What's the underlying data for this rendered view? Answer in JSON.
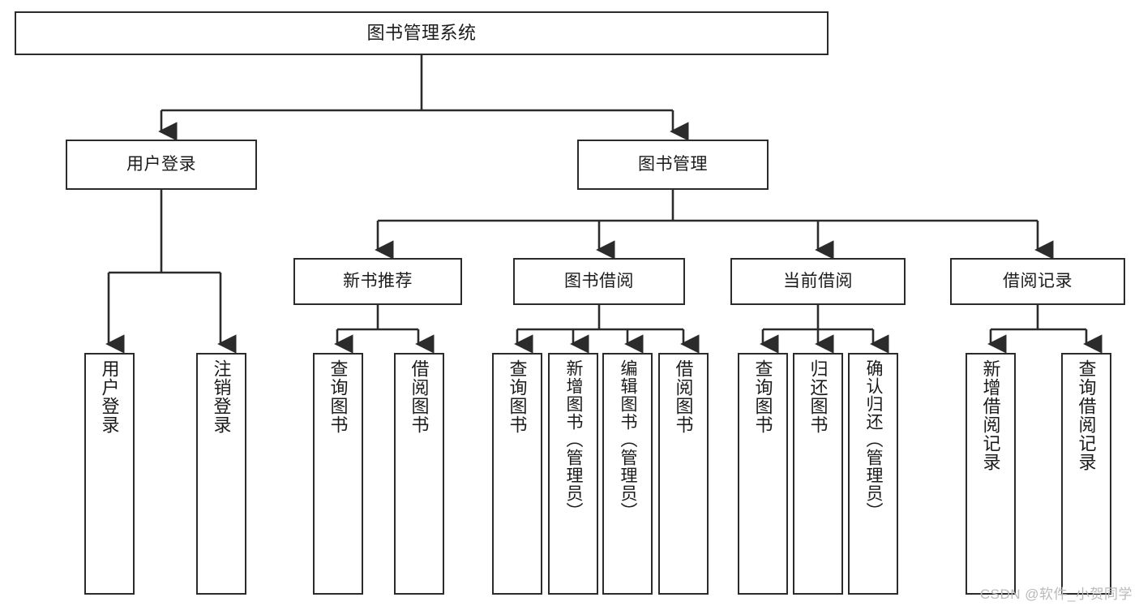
{
  "diagram": {
    "title": "图书管理系统",
    "type": "hierarchy-tree",
    "watermark": "CSDN @软件_小贺同学",
    "colors": {
      "box_border": "#2b2b2b",
      "box_fill": "#ffffff",
      "connector": "#2b2b2b",
      "text": "#1b1b1b",
      "watermark": "#b9b9b9"
    },
    "nodes": {
      "root": {
        "label": "图书管理系统"
      },
      "level2": [
        {
          "id": "user-login",
          "label": "用户登录"
        },
        {
          "id": "book-manage",
          "label": "图书管理"
        }
      ],
      "level3": [
        {
          "id": "new-book-recommend",
          "label": "新书推荐"
        },
        {
          "id": "book-borrow",
          "label": "图书借阅"
        },
        {
          "id": "current-borrow",
          "label": "当前借阅"
        },
        {
          "id": "borrow-record",
          "label": "借阅记录"
        }
      ],
      "leaves": {
        "user_login": [
          {
            "id": "leaf-user-login",
            "label": "用户登录"
          },
          {
            "id": "leaf-logout",
            "label": "注销登录"
          }
        ],
        "new_book_recommend": [
          {
            "id": "leaf-query-book-1",
            "label": "查询图书"
          },
          {
            "id": "leaf-borrow-book-1",
            "label": "借阅图书"
          }
        ],
        "book_borrow": [
          {
            "id": "leaf-query-book-2",
            "label": "查询图书"
          },
          {
            "id": "leaf-add-book",
            "label": "新增图书（管理员）"
          },
          {
            "id": "leaf-edit-book",
            "label": "编辑图书（管理员）"
          },
          {
            "id": "leaf-borrow-book-2",
            "label": "借阅图书"
          }
        ],
        "current_borrow": [
          {
            "id": "leaf-query-book-3",
            "label": "查询图书"
          },
          {
            "id": "leaf-return-book",
            "label": "归还图书"
          },
          {
            "id": "leaf-confirm-return",
            "label": "确认归还（管理员）"
          }
        ],
        "borrow_record": [
          {
            "id": "leaf-add-record",
            "label": "新增借阅记录"
          },
          {
            "id": "leaf-query-record",
            "label": "查询借阅记录"
          }
        ]
      }
    }
  }
}
